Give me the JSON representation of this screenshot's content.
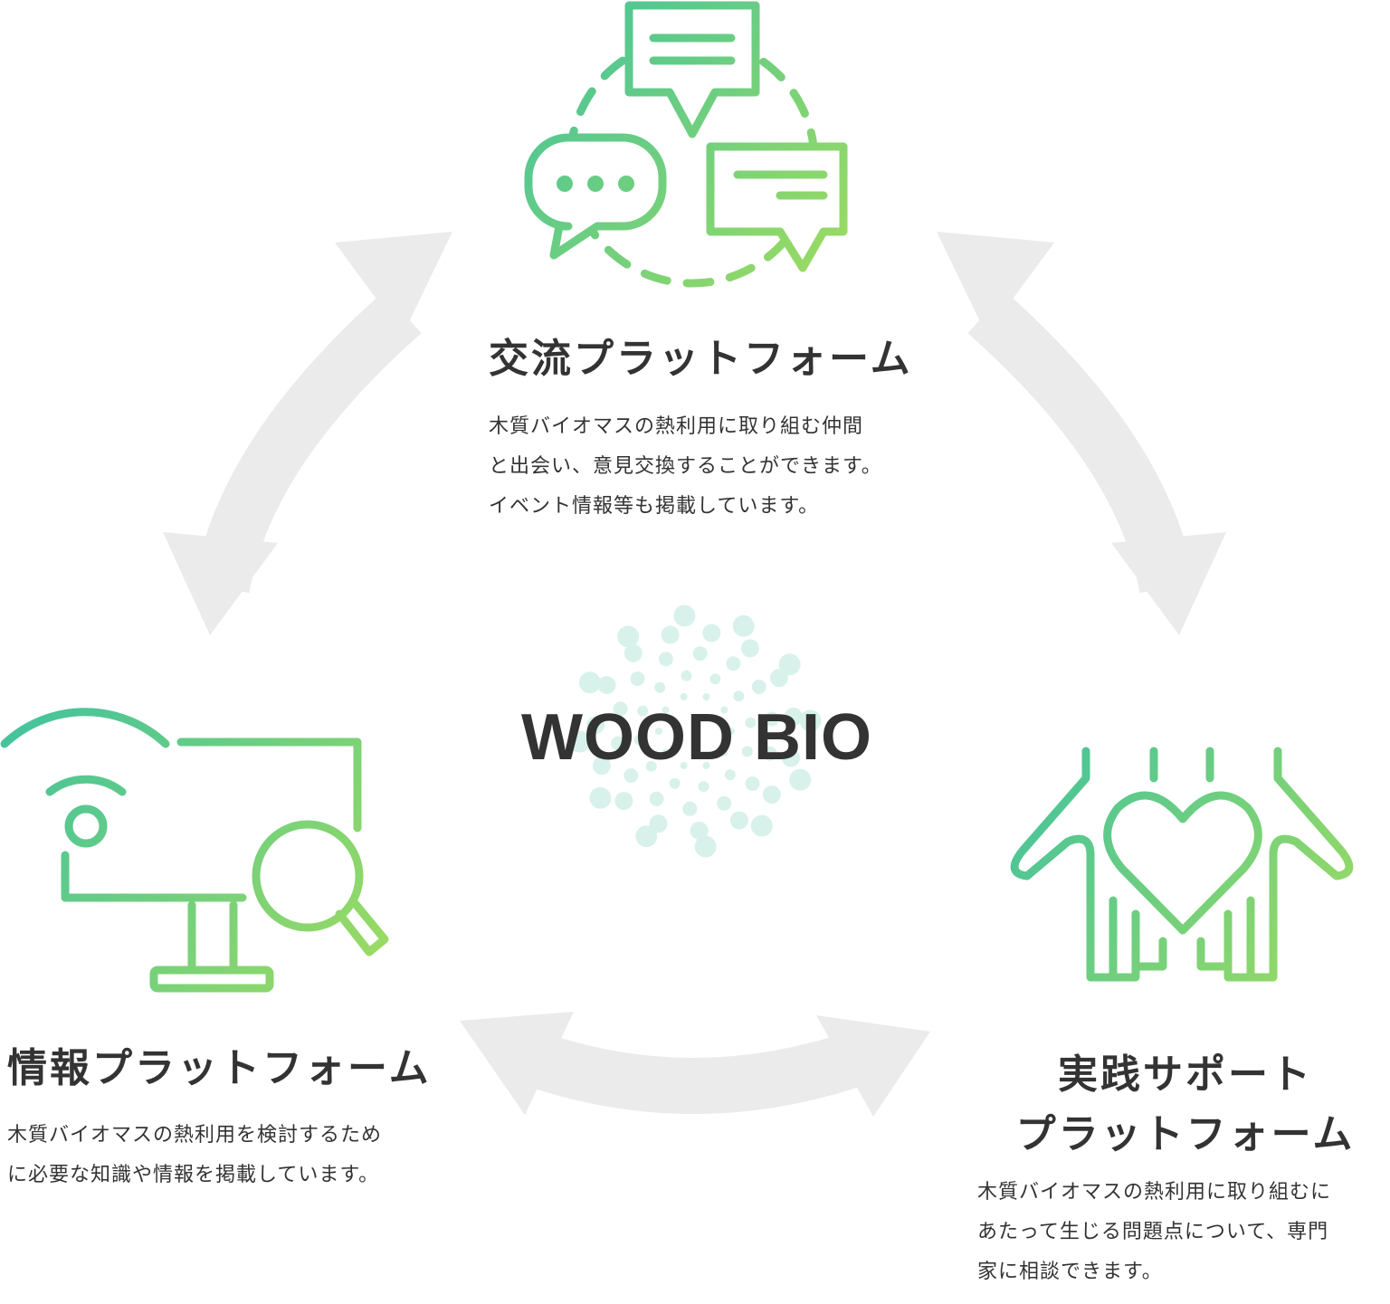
{
  "colors": {
    "gradient_start": "#41c29e",
    "gradient_end": "#9fdc5f",
    "arrow": "#ebebeb",
    "text": "#333333",
    "dots": "#41c29e"
  },
  "logo": {
    "text": "WOOD BIO"
  },
  "nodes": {
    "exchange": {
      "icon": "chat-bubbles-icon",
      "title": "交流プラットフォーム",
      "desc": [
        "木質バイオマスの熱利用に取り組む仲間",
        "と出会い、意見交換することができます。",
        "イベント情報等も掲載しています。"
      ]
    },
    "info": {
      "icon": "monitor-search-icon",
      "title": "情報プラットフォーム",
      "desc": [
        "木質バイオマスの熱利用を検討するため",
        "に必要な知識や情報を掲載しています。"
      ]
    },
    "support": {
      "icon": "heart-hands-icon",
      "title_lines": [
        "実践サポート",
        "プラットフォーム"
      ],
      "desc": [
        "木質バイオマスの熱利用に取り組むに",
        "あたって生じる問題点について、専門",
        "家に相談できます。"
      ]
    }
  },
  "arrows": [
    {
      "from": "info",
      "to": "exchange",
      "icon": "double-arrow-icon"
    },
    {
      "from": "exchange",
      "to": "support",
      "icon": "double-arrow-icon"
    },
    {
      "from": "info",
      "to": "support",
      "icon": "double-arrow-icon"
    }
  ]
}
